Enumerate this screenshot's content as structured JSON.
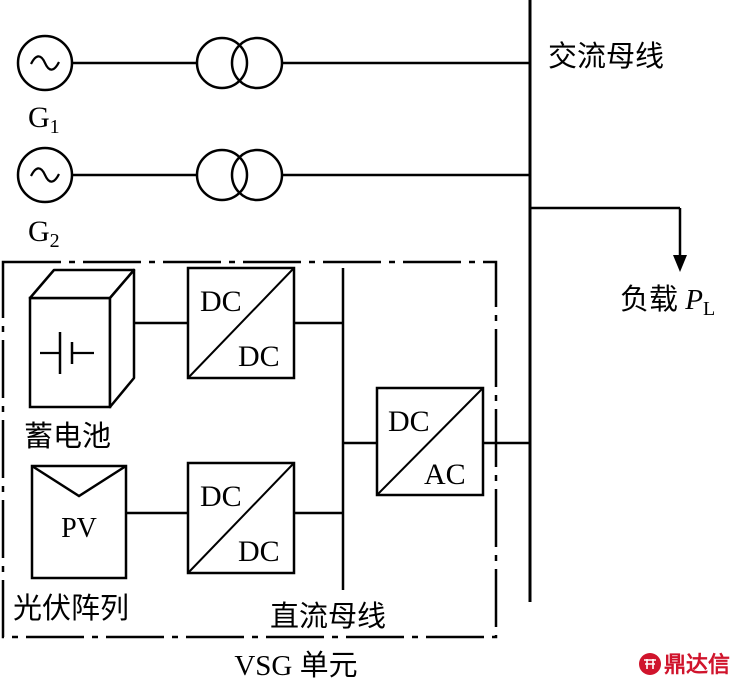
{
  "diagram": {
    "ac_bus_label": "交流母线",
    "generators": [
      {
        "symbol": "~",
        "label_main": "G",
        "label_sub": "1"
      },
      {
        "symbol": "~",
        "label_main": "G",
        "label_sub": "2"
      }
    ],
    "load": {
      "label_prefix": "负载 ",
      "label_var": "P",
      "label_sub": "L"
    },
    "vsg_unit_label": "VSG 单元",
    "dc_bus_label": "直流母线",
    "battery_label": "蓄电池",
    "pv_array_label": "光伏阵列",
    "pv_text": "PV",
    "converters": {
      "battery_dcdc": {
        "top": "DC",
        "bottom": "DC"
      },
      "pv_dcdc": {
        "top": "DC",
        "bottom": "DC"
      },
      "inverter": {
        "top": "DC",
        "bottom": "AC"
      }
    },
    "watermark": {
      "logo_text": "鼎达信",
      "color": "#d0142c"
    }
  }
}
